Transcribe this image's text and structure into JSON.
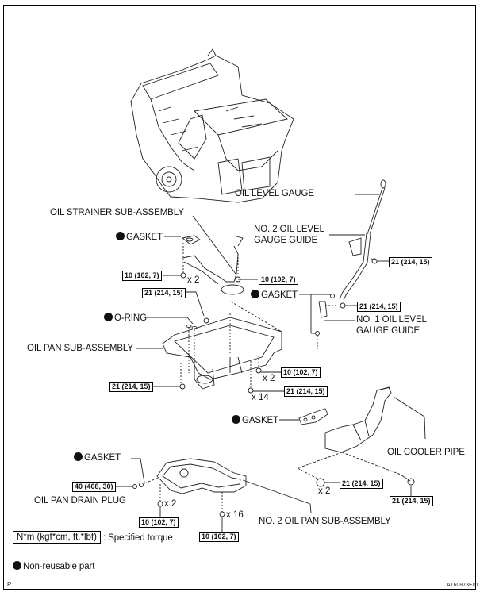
{
  "diagram": {
    "parts": {
      "oil_level_gauge": "OIL LEVEL GAUGE",
      "oil_strainer": "OIL STRAINER SUB-ASSEMBLY",
      "no2_gauge_guide_l1": "NO. 2 OIL LEVEL",
      "no2_gauge_guide_l2": "GAUGE GUIDE",
      "gasket": "GASKET",
      "o_ring": "O-RING",
      "no1_gauge_guide_l1": "NO. 1 OIL LEVEL",
      "no1_gauge_guide_l2": "GAUGE GUIDE",
      "oil_pan": "OIL PAN SUB-ASSEMBLY",
      "oil_cooler_pipe": "OIL COOLER PIPE",
      "drain_plug": "OIL PAN DRAIN PLUG",
      "no2_oil_pan": "NO. 2 OIL PAN SUB-ASSEMBLY"
    },
    "torques": {
      "t10": "10 (102, 7)",
      "t21": "21 (214, 15)",
      "t40": "40 (408, 30)"
    },
    "quantities": {
      "x2": "x 2",
      "x14": "x 14",
      "x16": "x 16"
    },
    "legend": {
      "torque_box": "N*m (kgf*cm, ft.*lbf)",
      "torque_desc": ": Specified torque",
      "non_reusable": "Non-reusable part"
    },
    "footer": {
      "page_mark": "P",
      "figure_id": "A160873E01"
    }
  }
}
